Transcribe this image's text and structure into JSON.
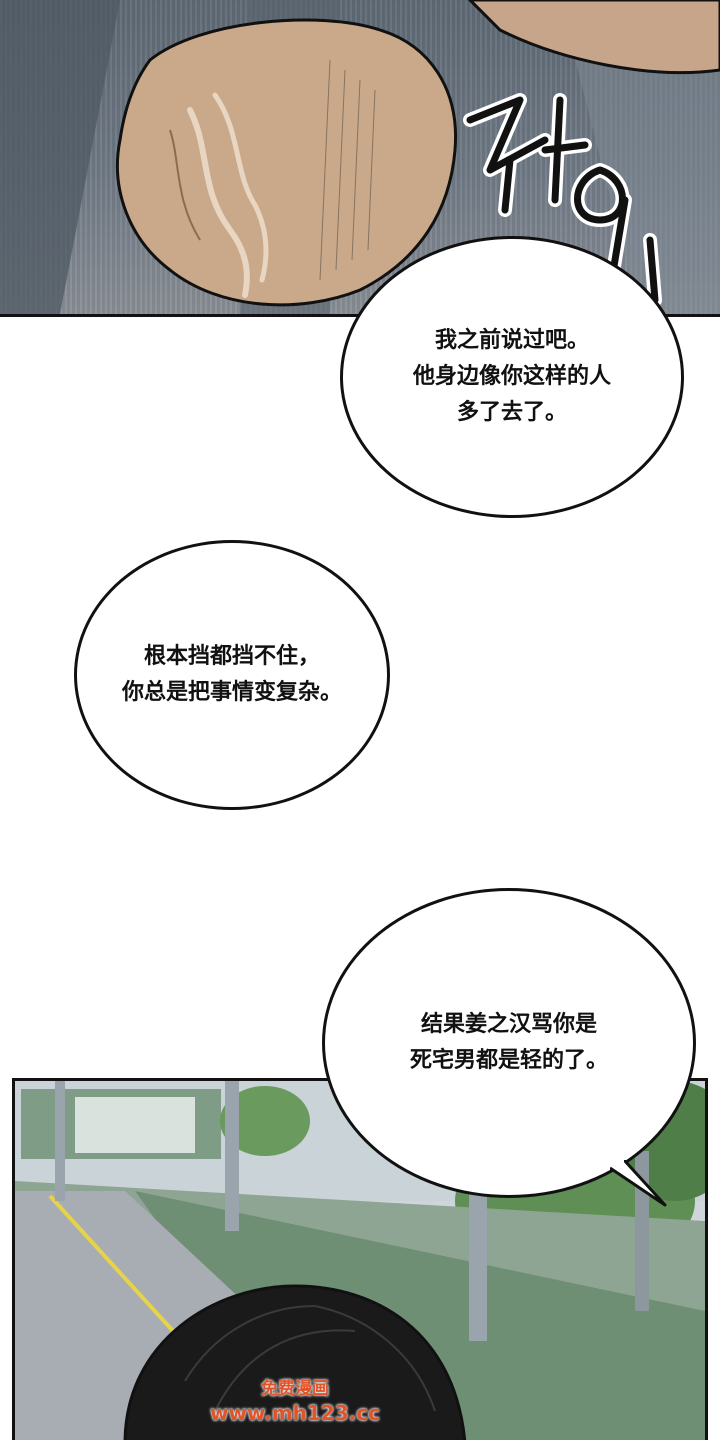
{
  "panels": {
    "top": {
      "description_icon": "hand-grip-icon"
    },
    "bottom": {
      "description_icon": "outdoor-field-icon"
    }
  },
  "sfx": {
    "text": "짜악",
    "icon": "impact-sound-effect-icon"
  },
  "bubbles": [
    {
      "text": "我之前说过吧。\n他身边像你这样的人\n多了去了。"
    },
    {
      "text": "根本挡都挡不住，\n你总是把事情变复杂。"
    },
    {
      "text": "结果姜之汉骂你是\n死宅男都是轻的了。"
    }
  ],
  "watermark": {
    "line1": "免费漫画",
    "line2": "www.mh123.cc"
  },
  "colors": {
    "panel_border": "#111111",
    "bubble_fill": "#ffffff",
    "watermark": "#e1542a",
    "skin": "#c9a98a",
    "coat": "#6d7884",
    "grass": "#5f8a5a",
    "hair": "#1a1a1a"
  }
}
